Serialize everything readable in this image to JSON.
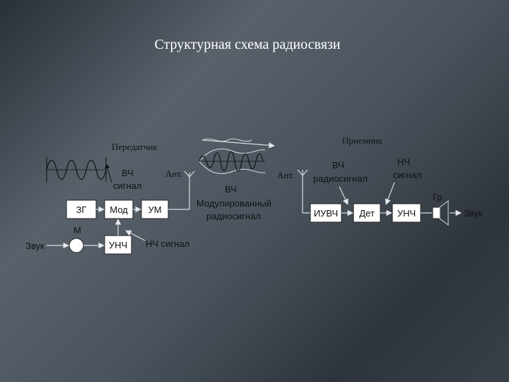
{
  "slide": {
    "title": "Структурная схема радиосвязи"
  },
  "transmitter": {
    "label": "Передатчик",
    "hf_signal": [
      "ВЧ",
      "сигнал"
    ],
    "antenna": "Ант.",
    "blocks": {
      "generator": "ЗГ",
      "modulator": "Мод",
      "amplifier": "УМ",
      "lf_amp": "УНЧ"
    },
    "mic_label": "М",
    "sound_in": "Звук",
    "lf_signal": "НЧ сигнал"
  },
  "channel": {
    "labels": [
      "ВЧ",
      "Модулированный",
      "радиосигнал"
    ]
  },
  "receiver": {
    "label": "Приемник",
    "antenna": "Ант.",
    "hf_signal": [
      "ВЧ",
      "радиосигнал"
    ],
    "lf_signal": [
      "НЧ",
      "сигнал"
    ],
    "blocks": {
      "hf_amp": "ИУВЧ",
      "detector": "Дет",
      "lf_amp": "УНЧ"
    },
    "speaker_label": "Гр",
    "sound_out": "Звук"
  }
}
